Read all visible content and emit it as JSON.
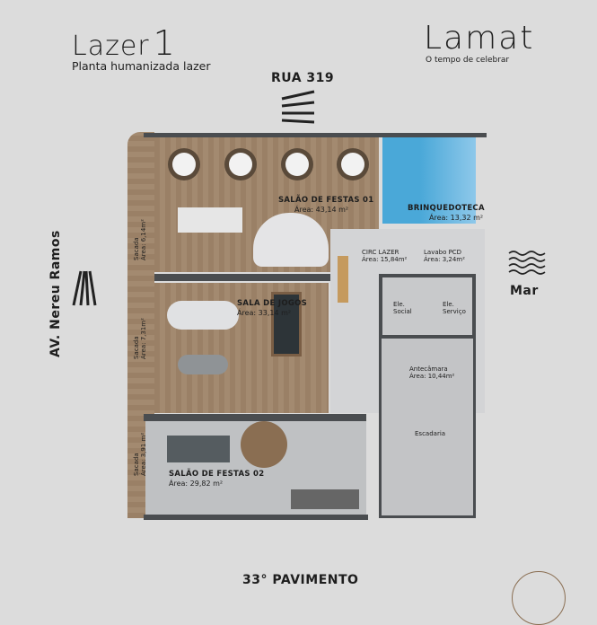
{
  "header": {
    "title": "Lazer",
    "title_number": "1",
    "subtitle": "Planta humanizada lazer"
  },
  "brand": {
    "name": "Lamat",
    "tagline": "O tempo de celebrar"
  },
  "streets": {
    "top": "RUA 319",
    "left": "AV. Nereu Ramos",
    "right": "Mar"
  },
  "rooms": [
    {
      "name": "SALÃO DE FESTAS 01",
      "area": "Área: 43,14 m²"
    },
    {
      "name": "BRINQUEDOTECA",
      "area": "Área: 13,32 m²"
    },
    {
      "name": "CIRC LAZER",
      "area": "Área: 15,84m²"
    },
    {
      "name": "Lavabo PCD",
      "area": "Área: 3,24m²"
    },
    {
      "name": "SALA DE JOGOS",
      "area": "Área: 33,14 m²"
    },
    {
      "name": "Ele. Social",
      "area": ""
    },
    {
      "name": "Ele. Serviço",
      "area": ""
    },
    {
      "name": "Antecâmara",
      "area": "Área: 10,44m²"
    },
    {
      "name": "Escadaria",
      "area": ""
    },
    {
      "name": "SALÃO DE FESTAS 02",
      "area": "Área: 29,82 m²"
    },
    {
      "name": "Sacada",
      "area": "Área: 6,14m²"
    },
    {
      "name": "Sacada",
      "area": "Área: 7,31m²"
    },
    {
      "name": "Sacada",
      "area": "Área: 3,91 m²"
    }
  ],
  "floor": "33° PAVIMENTO",
  "colors": {
    "background": "#dcdcdc",
    "wood": "#9f866c",
    "wall": "#4a4d50",
    "floor_gray": "#c9cacc",
    "water": "#4aa8d8"
  }
}
